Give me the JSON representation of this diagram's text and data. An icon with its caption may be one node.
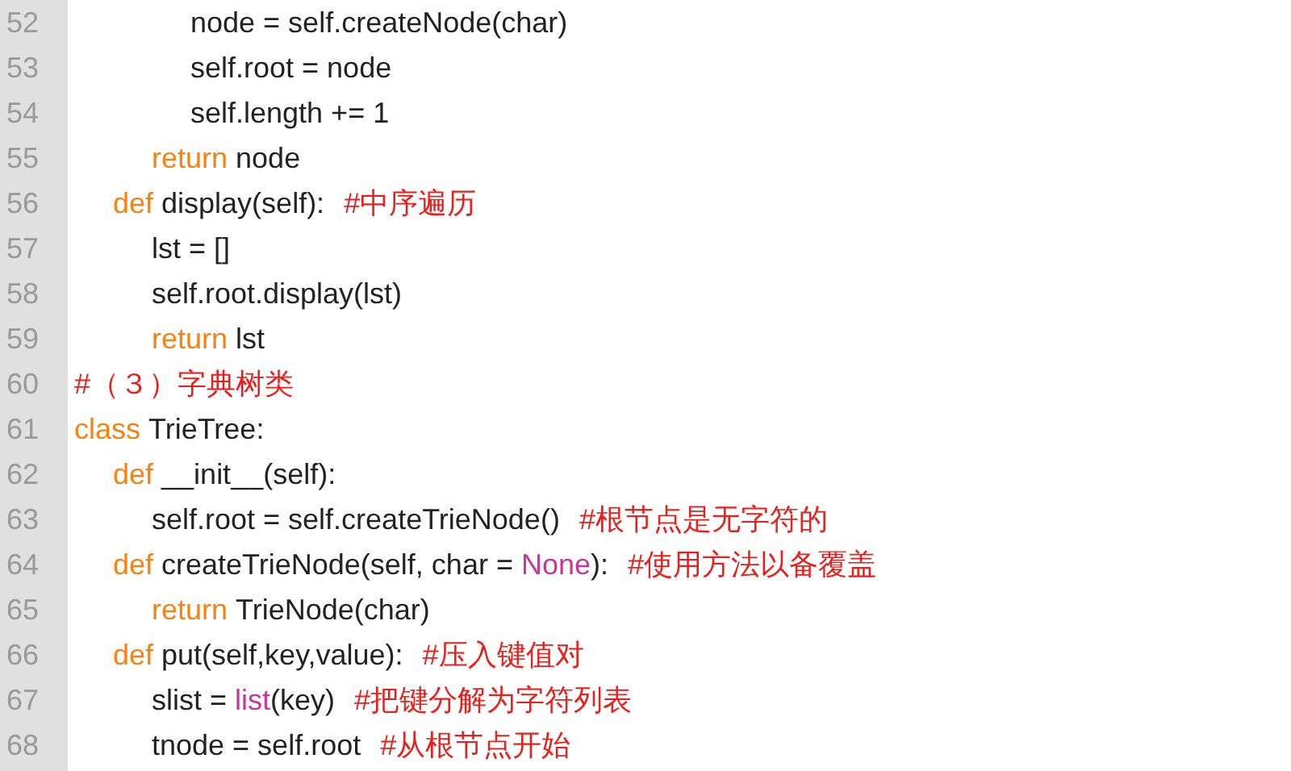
{
  "diagram": {
    "labels": [
      "52",
      "node = self.createNode(char)",
      "53",
      "self.root = node",
      "54",
      "self.length += 1",
      "55",
      "return",
      "node",
      "56",
      "def",
      "display(self):",
      "#中序遍历",
      "57",
      "lst = []",
      "58",
      "self.root.display(lst)",
      "59",
      "return",
      "lst",
      "60",
      "#（３）字典树类",
      "61",
      "class",
      "TrieTree:",
      "62",
      "def",
      "__init__(self):",
      "63",
      "self.root = self.createTrieNode()",
      "#根节点是无字符的",
      "64",
      "def",
      "createTrieNode(self, char =",
      "None",
      "):",
      "#使用方法以备覆盖",
      "65",
      "return",
      "TrieNode(char)",
      "66",
      "def",
      "put(self,key,value):",
      "#压入键值对",
      "67",
      "slist =",
      "list",
      "(key)",
      "#把键分解为字符列表",
      "68",
      "tnode = self.root",
      "#从根节点开始"
    ]
  }
}
